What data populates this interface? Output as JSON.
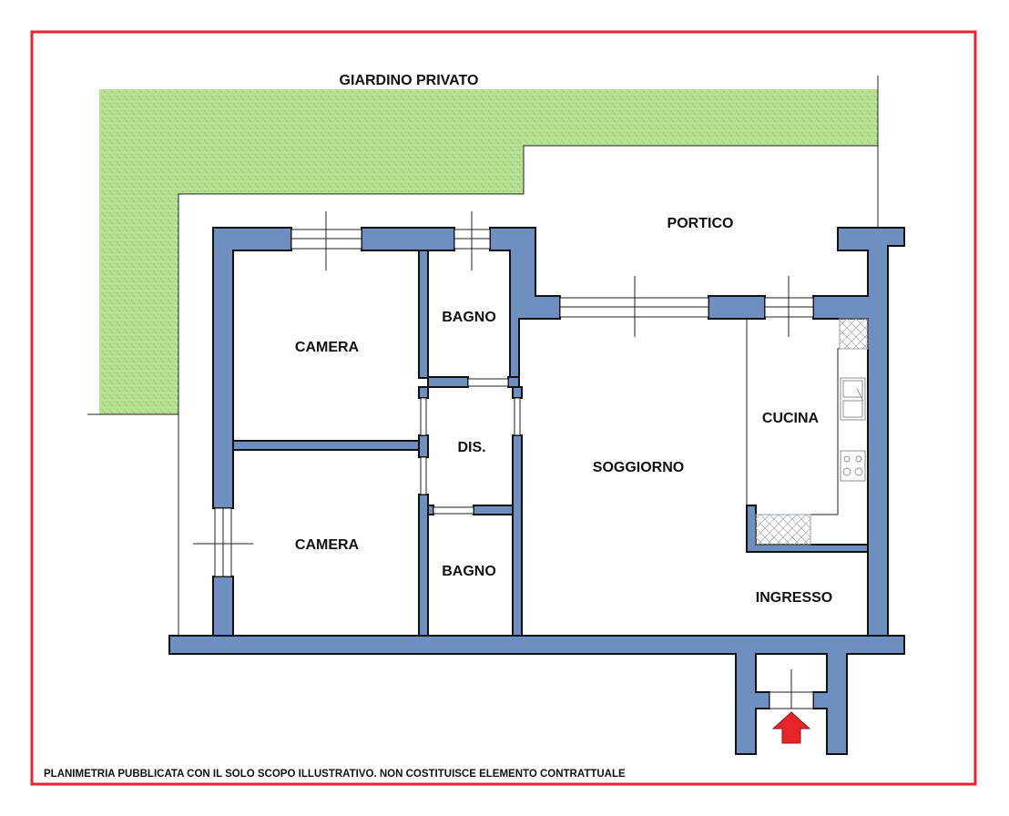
{
  "plan": {
    "labels": {
      "garden": "GIARDINO PRIVATO",
      "portico": "PORTICO",
      "bedroom_top": "CAMERA",
      "bathroom_top": "BAGNO",
      "hallway": "DIS.",
      "bedroom_bottom": "CAMERA",
      "bathroom_bottom": "BAGNO",
      "living_room": "SOGGIORNO",
      "kitchen": "CUCINA",
      "entrance": "INGRESSO"
    },
    "disclaimer": "PLANIMETRIA PUBBLICATA CON IL SOLO SCOPO ILLUSTRATIVO. NON COSTITUISCE ELEMENTO CONTRATTUALE"
  },
  "colors": {
    "frame": "#e8232a",
    "wall": "#6f8fc0",
    "garden": "#b5df8f",
    "entry_arrow": "#e8232a"
  },
  "icons": {
    "entry": "entry-arrow-icon"
  }
}
